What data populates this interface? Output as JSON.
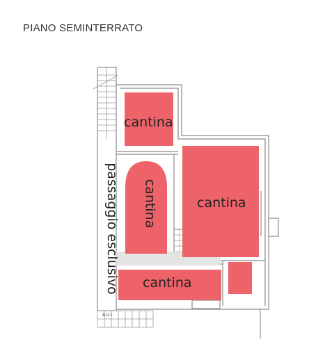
{
  "title": "PIANO SEMINTERRATO",
  "rooms": {
    "top": "cantina",
    "middle_left": "cantina",
    "right": "cantina",
    "bottom": "cantina"
  },
  "corridor": "passaggio esclusivo",
  "stair_label": "A.U.I.",
  "colors": {
    "room_fill": "#EE6269",
    "wall": "#8a8a8a",
    "stair": "#9a9a9a"
  }
}
